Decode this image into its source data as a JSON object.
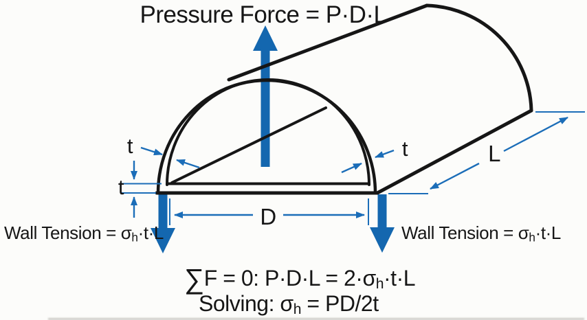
{
  "title": "Pressure Force = P·D·L",
  "colors": {
    "arrow_blue": "#1467af",
    "dimension_blue": "#1b6db8",
    "line_black": "#161616",
    "background": "#fcfcfa"
  },
  "dimensions": {
    "thickness_left": "t",
    "thickness_bottom": "t",
    "thickness_right": "t",
    "diameter": "D",
    "length": "L"
  },
  "wall_tension_left": {
    "pre": "Wall Tension = σ",
    "sub": "h",
    "post": "·t·L"
  },
  "wall_tension_right": {
    "pre": "Wall Tension = σ",
    "sub": "h",
    "post": "·t·L"
  },
  "equations": {
    "equilibrium": {
      "sum_symbol": "∑",
      "pre": "F = 0: P·D·L = 2·σ",
      "sub": "h",
      "post": "·t·L"
    },
    "solution": {
      "pre": "Solving: σ",
      "sub": "h",
      "post": " = PD/2t"
    }
  }
}
